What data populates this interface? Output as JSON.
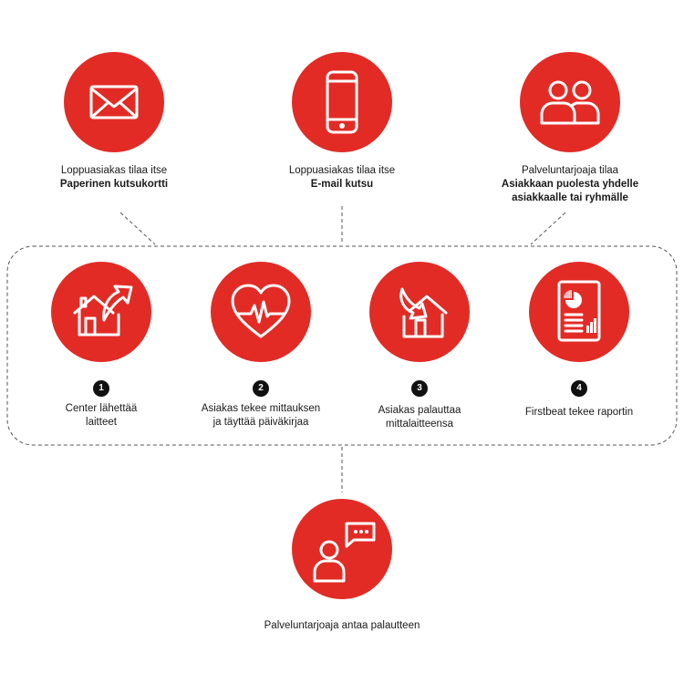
{
  "colors": {
    "accent": "#e32b26",
    "badge": "#111111",
    "line": "#555555"
  },
  "top": [
    {
      "icon": "envelope-icon",
      "line1": "Loppuasiakas tilaa itse",
      "line2": "Paperinen kutsukortti",
      "line3": ""
    },
    {
      "icon": "smartphone-icon",
      "line1": "Loppuasiakas tilaa itse",
      "line2": "E-mail kutsu",
      "line3": ""
    },
    {
      "icon": "people-icon",
      "line1": "Palveluntarjoaja tilaa",
      "line2": "Asiakkaan puolesta yhdelle",
      "line3": "asiakkaalle tai ryhmälle"
    }
  ],
  "steps": [
    {
      "number": "1",
      "icon": "house-send-arrow-icon",
      "line1": "Center lähettää",
      "line2": "laitteet"
    },
    {
      "number": "2",
      "icon": "heart-pulse-icon",
      "line1": "Asiakas tekee mittauksen",
      "line2": "ja täyttää päiväkirjaa"
    },
    {
      "number": "3",
      "icon": "house-return-arrow-icon",
      "line1": "Asiakas palauttaa",
      "line2": "mittalaitteensa"
    },
    {
      "number": "4",
      "icon": "report-document-icon",
      "line1": "Firstbeat tekee raportin",
      "line2": ""
    }
  ],
  "feedback": {
    "icon": "person-chat-icon",
    "line1": "Palveluntarjoaja antaa palautteen"
  }
}
